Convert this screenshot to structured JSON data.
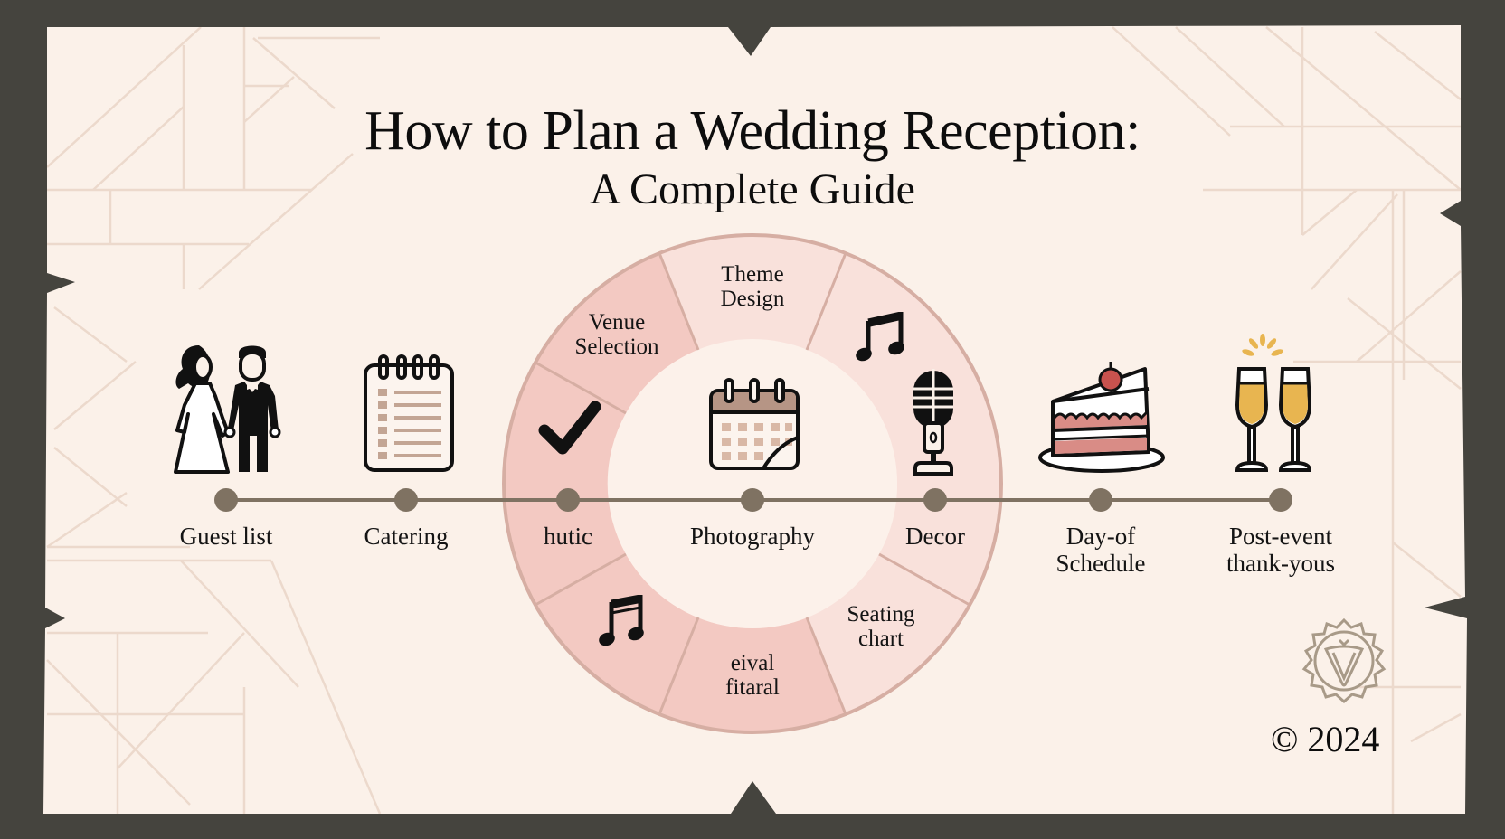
{
  "header": {
    "title": "How to Plan a Wedding Reception:",
    "subtitle": "A Complete Guide"
  },
  "colors": {
    "frame": "#45443e",
    "parchment": "#fbf1e9",
    "grid_lines": "#ecd9cc",
    "ring_stroke": "#d6aea3",
    "segment_dark": "#f3c9c2",
    "segment_light": "#f9e1db",
    "inner_circle": "#fcf1ea",
    "timeline": "#7f7262",
    "icon_accent": "#b69585",
    "cake_pink": "#d98c86",
    "cherry": "#c8524e",
    "champagne": "#e8b550",
    "seal": "#a89a88"
  },
  "timeline": {
    "steps": [
      {
        "label": "Guest list",
        "icon": "bride-groom-icon"
      },
      {
        "label": "Catering",
        "icon": "notepad-checklist-icon"
      },
      {
        "label": "hutic",
        "icon": "checkmark-icon"
      },
      {
        "label": "Photography",
        "icon": "calendar-icon"
      },
      {
        "label": "Decor",
        "icon": "microphone-icon"
      },
      {
        "label_line1": "Day-of",
        "label_line2": "Schedule",
        "icon": "cake-slice-icon"
      },
      {
        "label_line1": "Post-event",
        "label_line2": "thank-yous",
        "icon": "champagne-glasses-icon"
      }
    ]
  },
  "ring": {
    "segments": [
      {
        "line1": "Venue",
        "line2": "Selection"
      },
      {
        "line1": "Theme",
        "line2": "Design"
      },
      {
        "icon": "music-note-icon"
      },
      {
        "line1": "Seating",
        "line2": "chart"
      },
      {
        "line1": "eival",
        "line2": "fitaral"
      },
      {
        "icon": "music-note-icon"
      }
    ]
  },
  "footer": {
    "copyright": "© 2024",
    "seal_icon": "monogram-seal-icon"
  }
}
